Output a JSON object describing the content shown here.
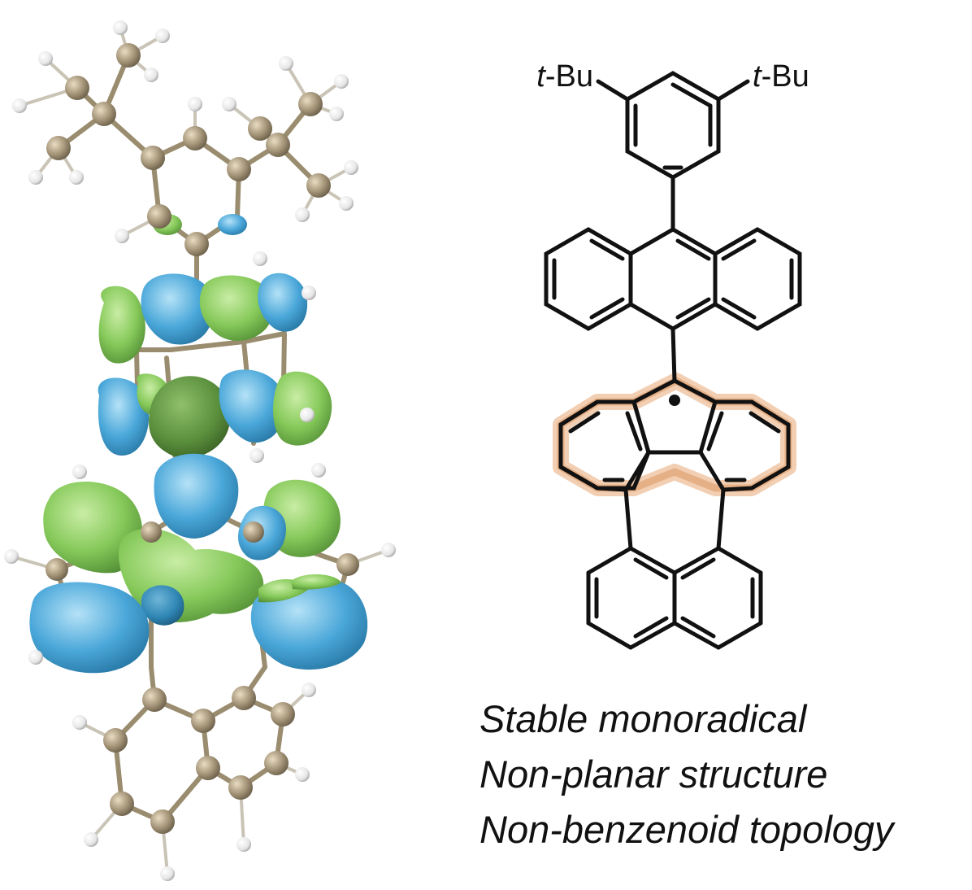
{
  "labels": {
    "tbu_left": "t-Bu",
    "tbu_right": "t-Bu"
  },
  "captions": [
    "Stable monoradical",
    "Non-planar structure",
    "Non-benzenoid topology"
  ],
  "colors": {
    "orbital_positive": "#86c95a",
    "orbital_negative": "#4aa7d9",
    "carbon_atom": "#a39377",
    "hydrogen_atom": "#f3f3f3",
    "highlight_ring": "#e8a774",
    "bond_line": "#111111"
  }
}
